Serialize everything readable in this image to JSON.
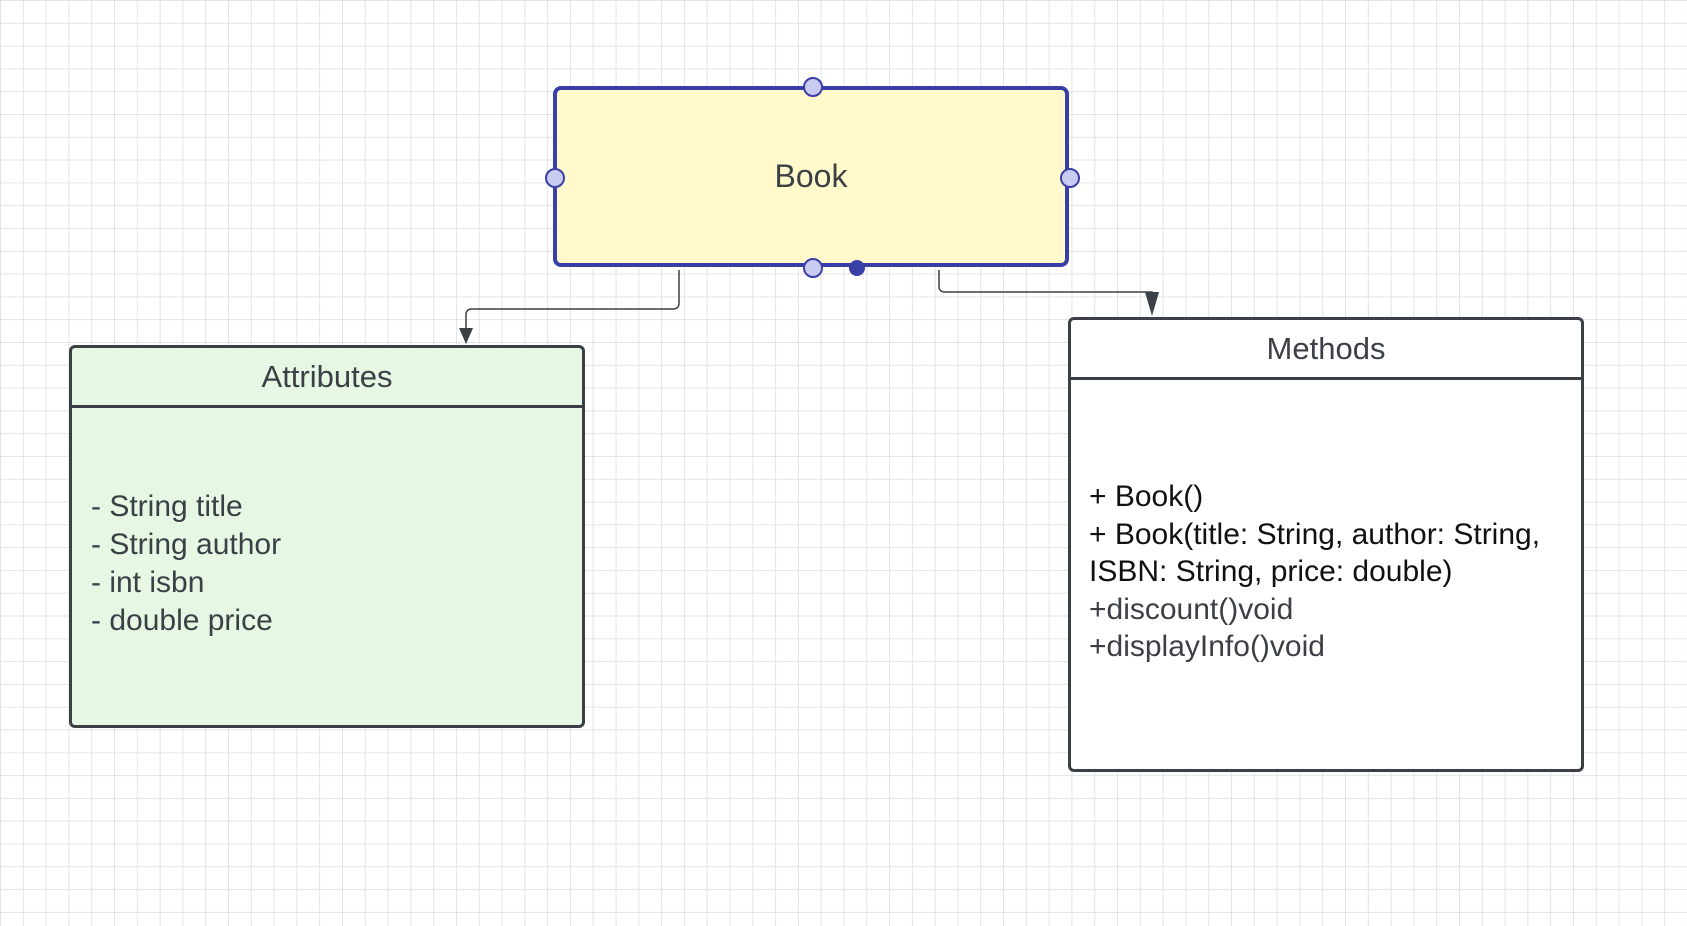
{
  "diagram": {
    "book": {
      "title": "Book"
    },
    "attributes": {
      "title": "Attributes",
      "items": [
        "- String title",
        "- String author",
        "- int isbn",
        "- double price"
      ]
    },
    "methods": {
      "title": "Methods",
      "items": [
        "+ Book()",
        "+ Book(title: String, author: String,",
        "ISBN: String, price: double)",
        "+discount()void",
        "+displayInfo()void"
      ]
    },
    "colors": {
      "selection": "#3a3fa8",
      "book_fill": "#fff9cc",
      "attributes_fill": "#e6f7e4",
      "methods_fill": "#ffffff",
      "stroke": "#3b3f46"
    }
  }
}
